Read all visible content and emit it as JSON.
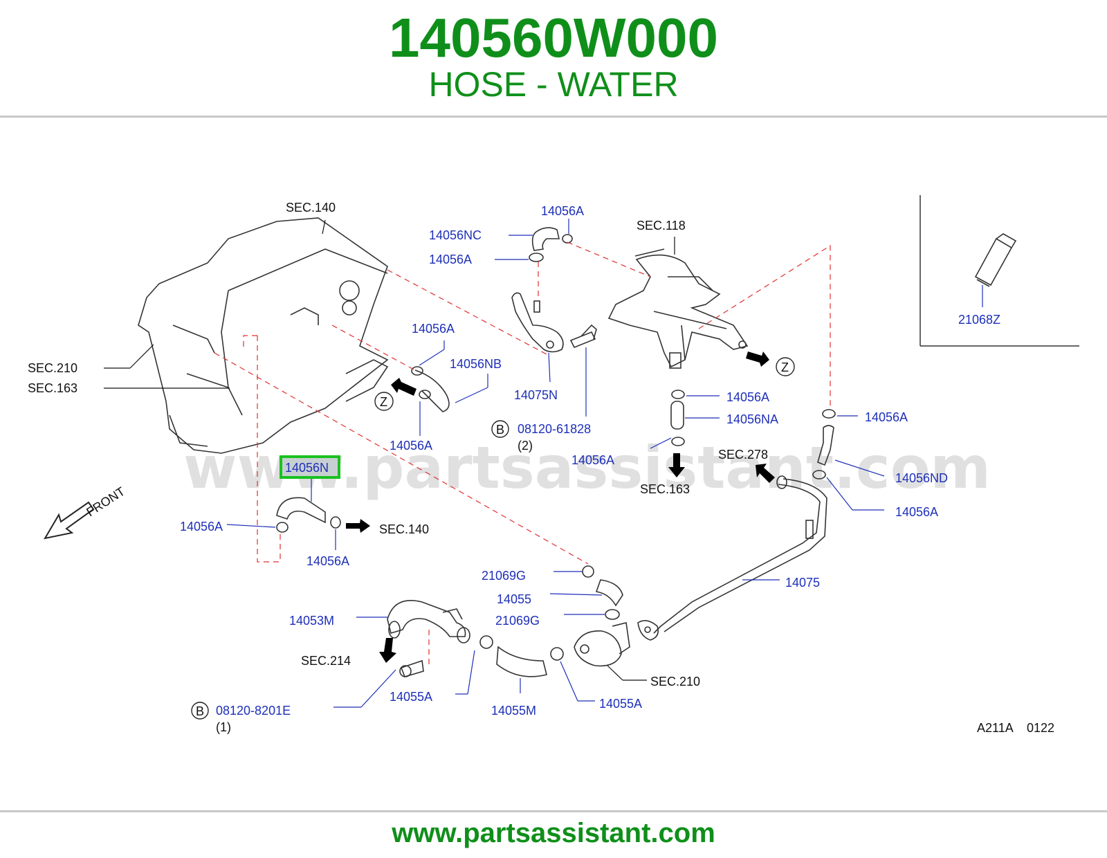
{
  "header": {
    "part_number": "140560W000",
    "part_name": "HOSE - WATER"
  },
  "footer": {
    "url": "www.partsassistant.com",
    "code_a": "A211A",
    "code_b": "0122"
  },
  "watermark": "www.partsassistant.com",
  "highlight_color": "#19c21f",
  "brand_color": "#0f8f1a",
  "label_color": "#1d2fb8",
  "labels": {
    "sec140_top": "SEC.140",
    "sec210_left": "SEC.210",
    "sec163_left": "SEC.163",
    "p14056a_1": "14056A",
    "p14056nc": "14056NC",
    "p14056a_2": "14056A",
    "sec118": "SEC.118",
    "p14056a_3": "14056A",
    "p14056nb": "14056NB",
    "p14056a_4": "14056A",
    "p14075n": "14075N",
    "b_08120_61828": "08120-61828",
    "qty_2": "(2)",
    "p14056a_5": "14056A",
    "p14056na": "14056NA",
    "p14056a_6": "14056A",
    "p14056a_7": "14056A",
    "sec163_mid": "SEC.163",
    "sec278": "SEC.278",
    "p14056nd": "14056ND",
    "p14056a_8": "14056A",
    "p14056n": "14056N",
    "front": "FRONT",
    "p14056a_9": "14056A",
    "sec140_mid": "SEC.140",
    "p14056a_10": "14056A",
    "p21069g_1": "21069G",
    "p14055": "14055",
    "p21069g_2": "21069G",
    "p14075": "14075",
    "p14053m": "14053M",
    "sec214": "SEC.214",
    "p14055a_1": "14055A",
    "p14055m": "14055M",
    "p14055a_2": "14055A",
    "sec210_bottom": "SEC.210",
    "b_08120_8201e": "08120-8201E",
    "qty_1": "(1)",
    "p21068z": "21068Z",
    "z_1": "Z",
    "z_2": "Z",
    "b_1": "B",
    "b_2": "B"
  }
}
